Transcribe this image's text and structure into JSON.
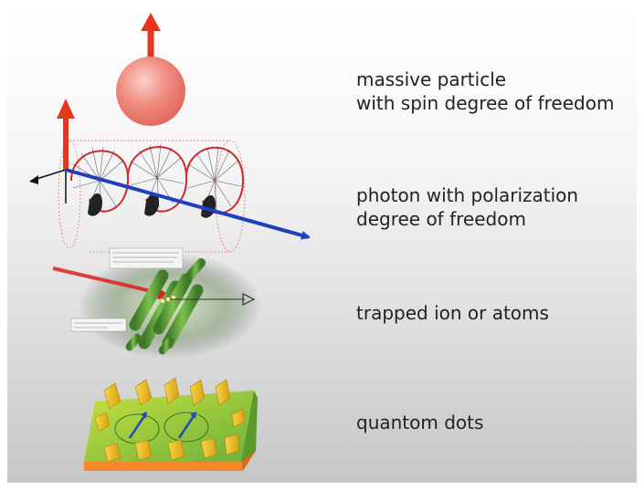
{
  "labels": {
    "massive_particle": {
      "line1": "massive particle",
      "line2": "with spin degree of freedom"
    },
    "photon": {
      "line1": "photon with polarization",
      "line2": "degree of freedom"
    },
    "trapped_ion": {
      "line1": "trapped ion or atoms"
    },
    "quantum_dots": {
      "line1": "quantom dots"
    }
  },
  "colors": {
    "spin_arrow": "#e8361c",
    "sphere": "#f08a80",
    "propagation_axis": "#1f3fbf",
    "helix": "#d02a2a",
    "electrode": "#5a9a3a",
    "laser": "#e02020",
    "dot_base": "#8ccc3a",
    "dot_gate": "#f2c21a",
    "substrate": "#f28a2a"
  }
}
